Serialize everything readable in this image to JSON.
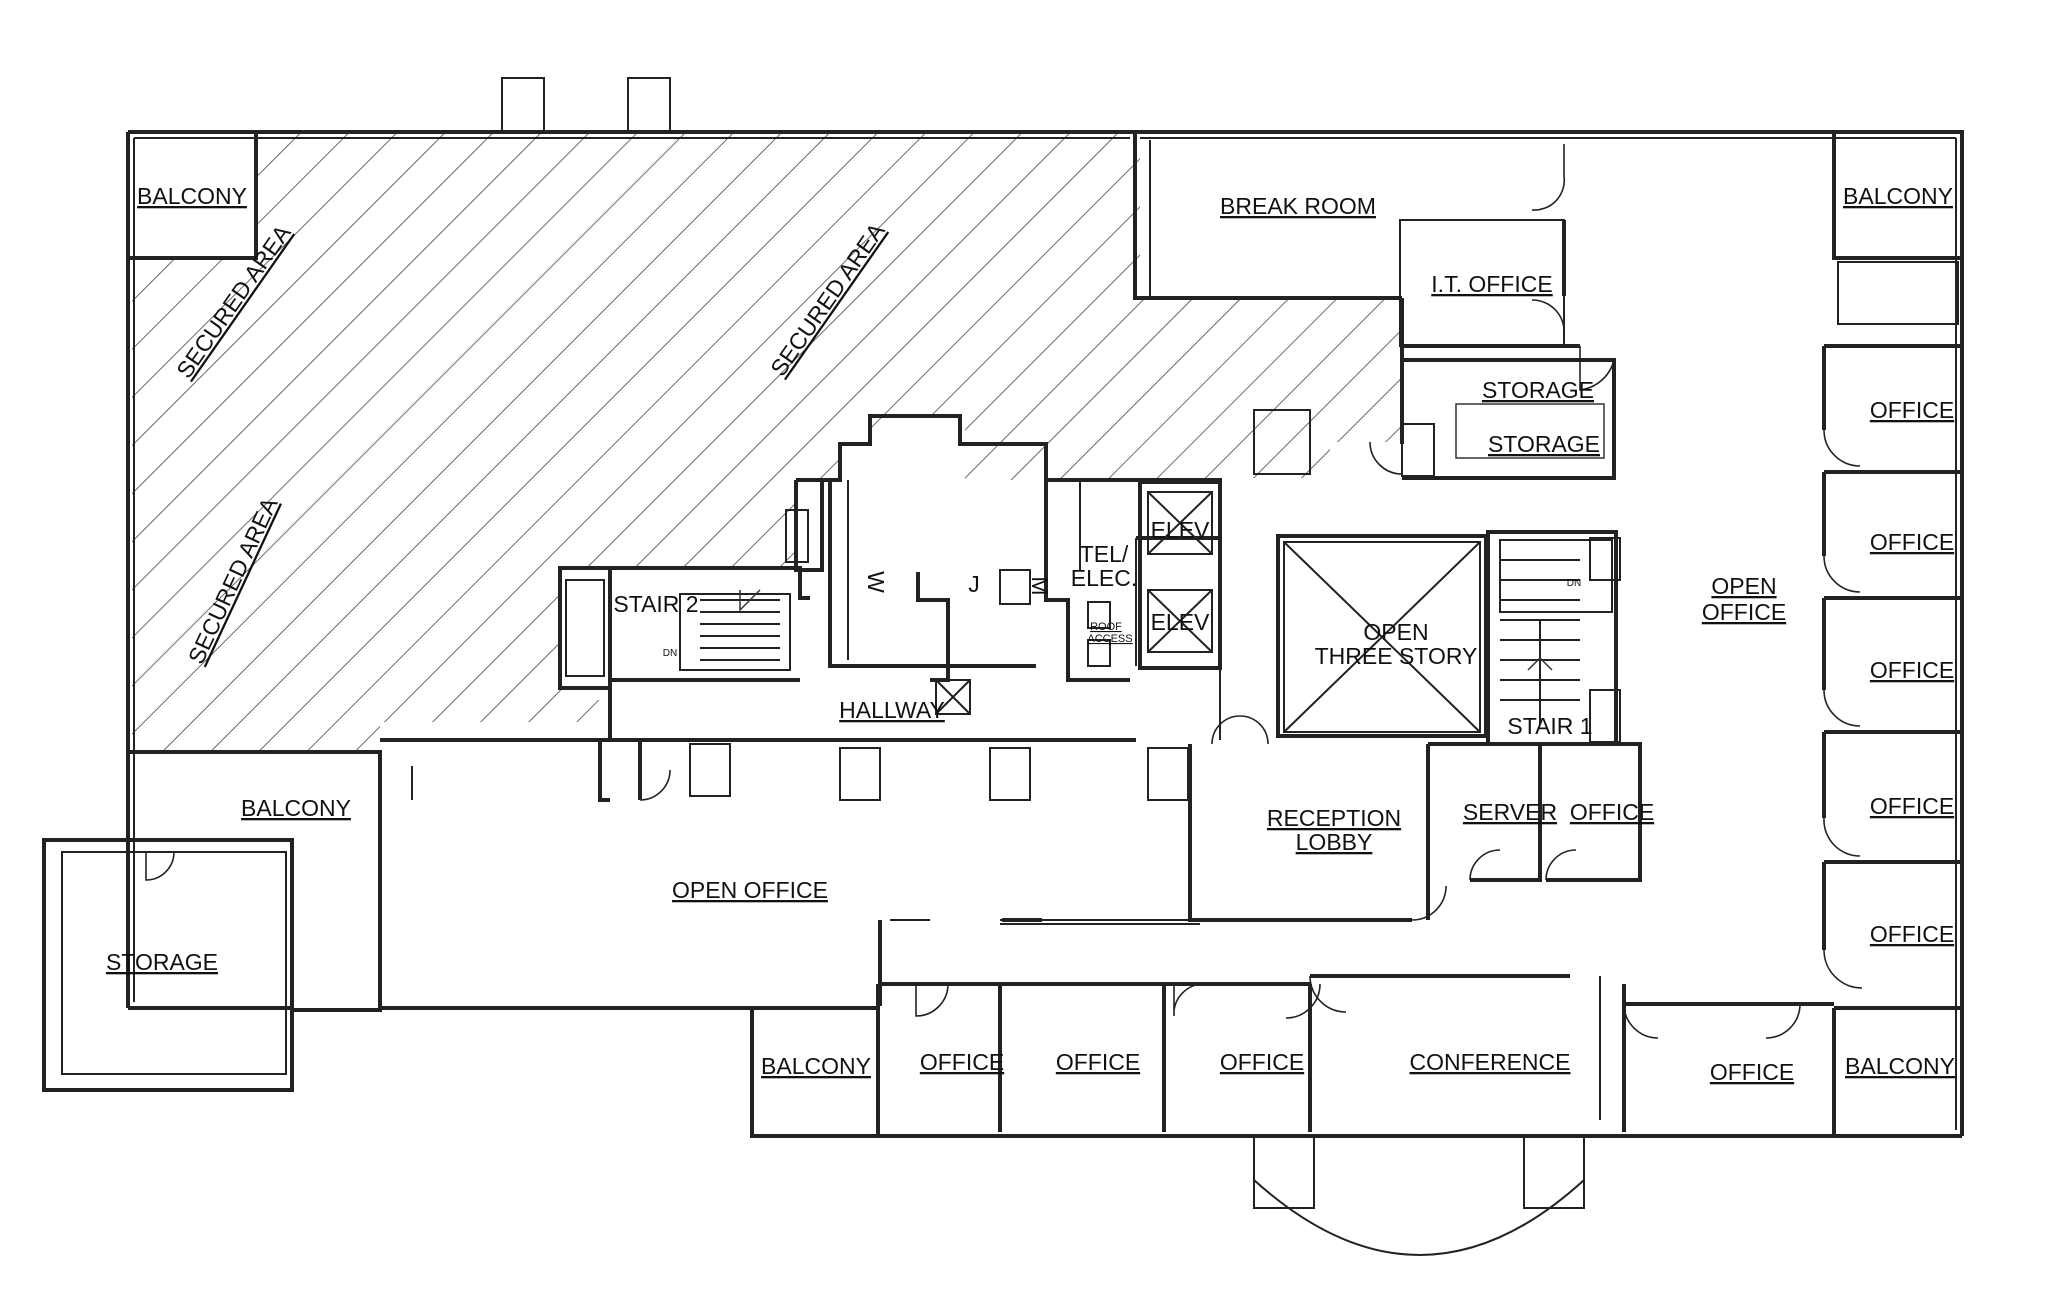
{
  "floor_plan": {
    "rooms": {
      "balcony_nw": "BALCONY",
      "balcony_ne": "BALCONY",
      "balcony_w": "BALCONY",
      "balcony_sw": "BALCONY",
      "balcony_se": "BALCONY",
      "secured_area_1": "SECURED AREA",
      "secured_area_2": "SECURED AREA",
      "secured_area_3": "SECURED AREA",
      "break_room": "BREAK ROOM",
      "it_office": "I.T. OFFICE",
      "storage_1": "STORAGE",
      "storage_2": "STORAGE",
      "storage_w": "STORAGE",
      "office_e1": "OFFICE",
      "office_e2": "OFFICE",
      "office_e3": "OFFICE",
      "office_e4": "OFFICE",
      "office_e5": "OFFICE",
      "open_office_e_line1": "OPEN",
      "open_office_e_line2": "OFFICE",
      "open_three_story_line1": "OPEN",
      "open_three_story_line2": "THREE STORY",
      "elev_1": "ELEV",
      "elev_2": "ELEV",
      "tel_elec_line1": "TEL/",
      "tel_elec_line2": "ELEC.",
      "roof_access_line1": "ROOF",
      "roof_access_line2": "ACCESS",
      "womens": "W",
      "mens": "M",
      "janitor": "J",
      "stair_2": "STAIR 2",
      "stair_1": "STAIR 1",
      "dn_1": "DN",
      "dn_2": "DN",
      "hallway": "HALLWAY",
      "open_office_w": "OPEN OFFICE",
      "reception_line1": "RECEPTION",
      "reception_line2": "LOBBY",
      "server": "SERVER",
      "office_mid": "OFFICE",
      "office_s1": "OFFICE",
      "office_s2": "OFFICE",
      "office_s3": "OFFICE",
      "conference": "CONFERENCE",
      "office_s4": "OFFICE"
    }
  }
}
